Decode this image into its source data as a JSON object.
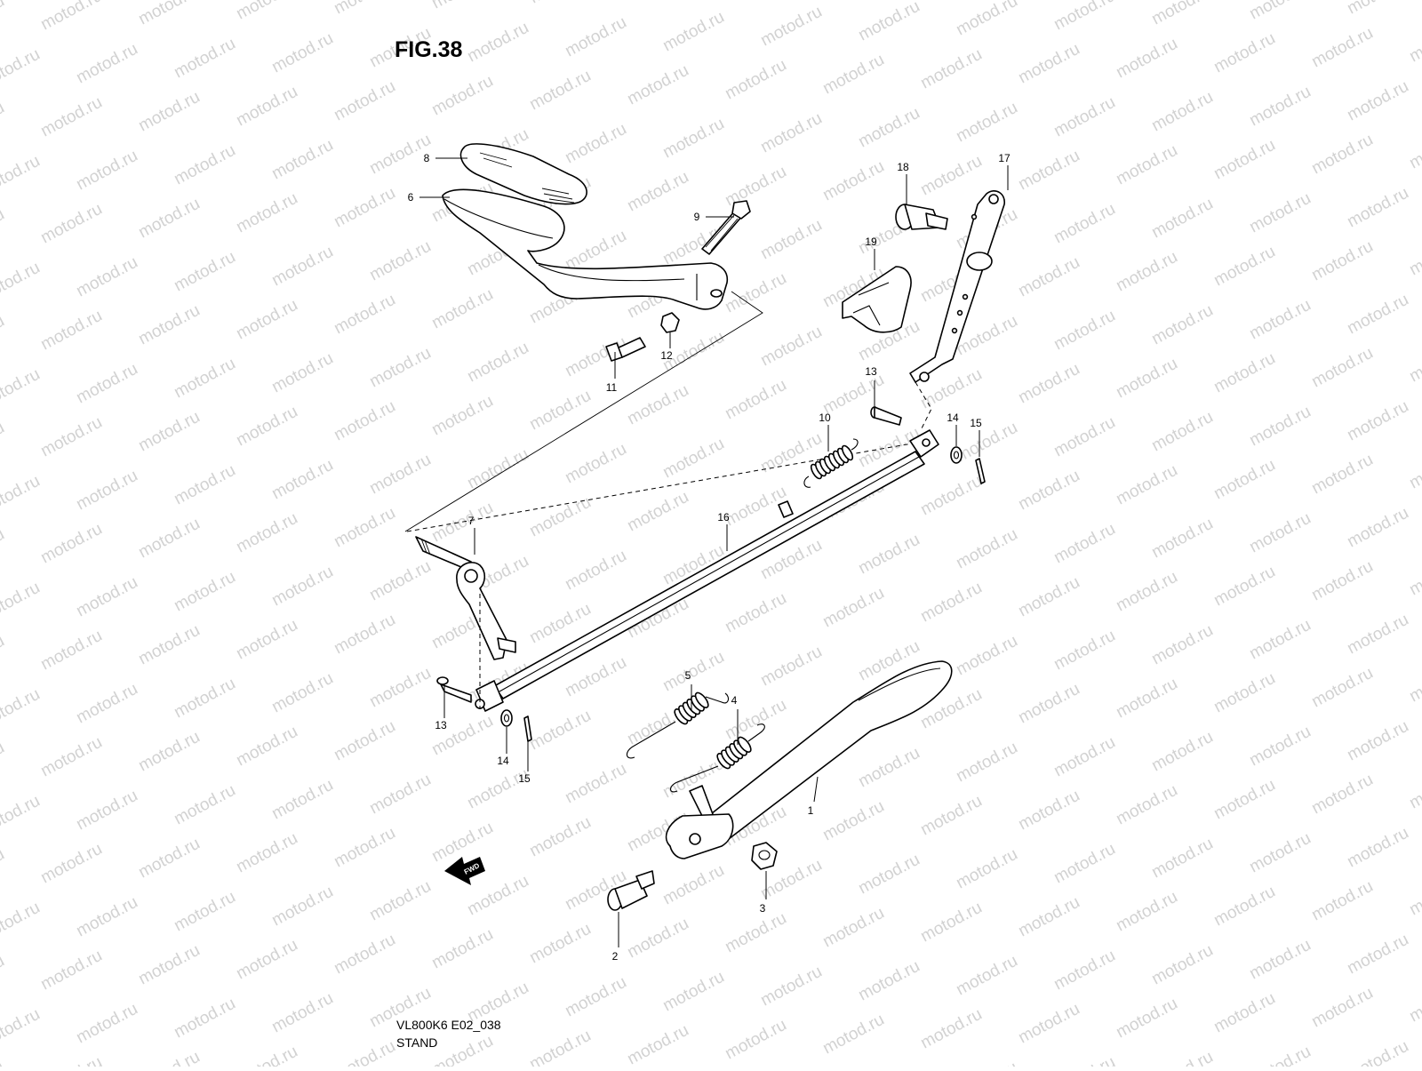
{
  "figure": {
    "title": "FIG.38",
    "model_code": "VL800K6 E02_038",
    "section_name": "STAND",
    "watermark": "motod.ru",
    "direction_marker": "FWD"
  },
  "callouts": [
    {
      "id": "c1",
      "number": "1"
    },
    {
      "id": "c2",
      "number": "2"
    },
    {
      "id": "c3",
      "number": "3"
    },
    {
      "id": "c4",
      "number": "4"
    },
    {
      "id": "c5",
      "number": "5"
    },
    {
      "id": "c6",
      "number": "6"
    },
    {
      "id": "c7",
      "number": "7"
    },
    {
      "id": "c8",
      "number": "8"
    },
    {
      "id": "c9",
      "number": "9"
    },
    {
      "id": "c10",
      "number": "10"
    },
    {
      "id": "c11",
      "number": "11"
    },
    {
      "id": "c12",
      "number": "12"
    },
    {
      "id": "c13a",
      "number": "13"
    },
    {
      "id": "c13b",
      "number": "13"
    },
    {
      "id": "c14a",
      "number": "14"
    },
    {
      "id": "c14b",
      "number": "14"
    },
    {
      "id": "c15a",
      "number": "15"
    },
    {
      "id": "c15b",
      "number": "15"
    },
    {
      "id": "c16",
      "number": "16"
    },
    {
      "id": "c17",
      "number": "17"
    },
    {
      "id": "c18",
      "number": "18"
    },
    {
      "id": "c19",
      "number": "19"
    }
  ],
  "colors": {
    "line": "#000000",
    "watermark": "#d2d2d2",
    "background": "#ffffff"
  }
}
